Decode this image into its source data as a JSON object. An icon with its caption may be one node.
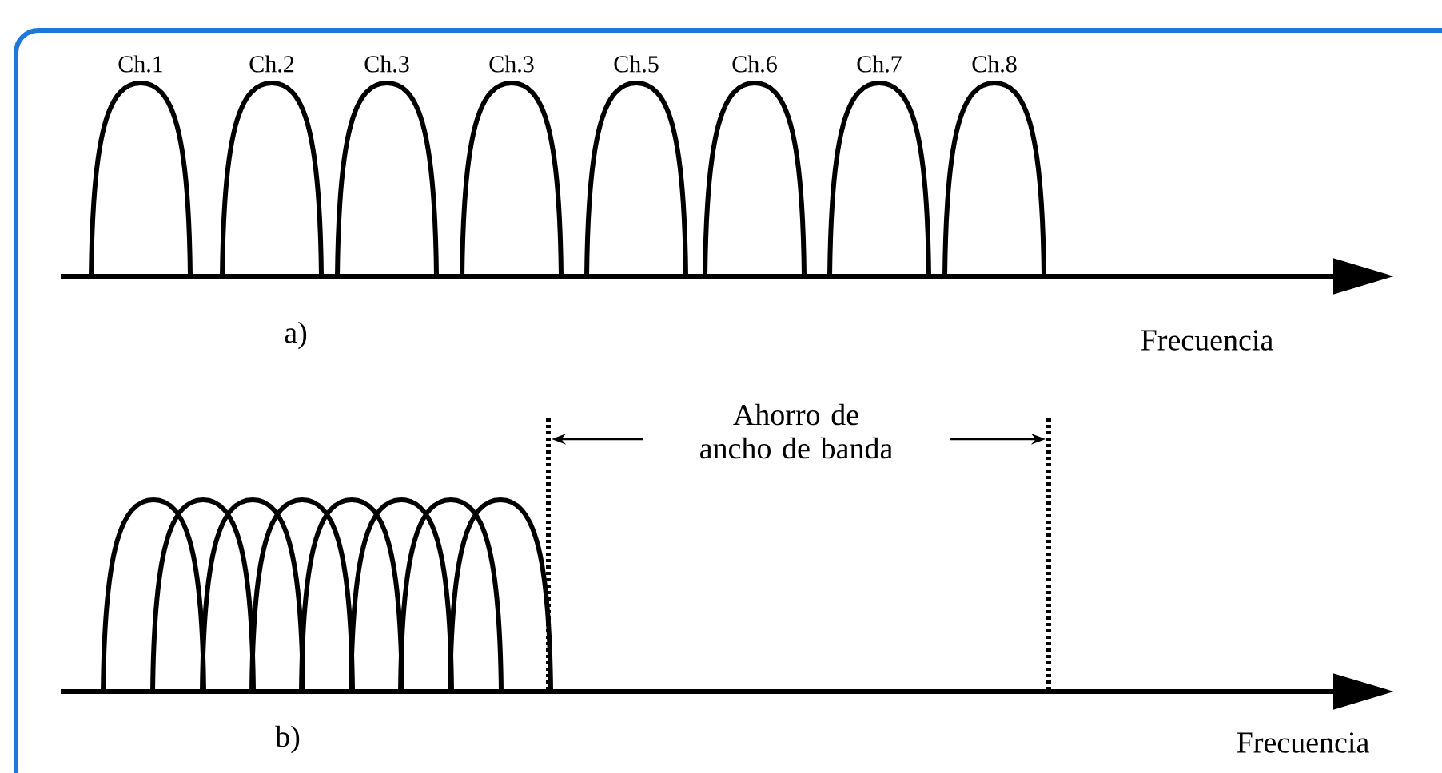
{
  "diagram": {
    "labels": [
      "Ch.1",
      "Ch.2",
      "Ch.3",
      "Ch.3",
      "Ch.5",
      "Ch.6",
      "Ch.7",
      "Ch.8",
      "a)",
      "Frecuencia",
      "Ahorro de ancho de banda",
      "b)",
      "Frecuencia"
    ]
  }
}
